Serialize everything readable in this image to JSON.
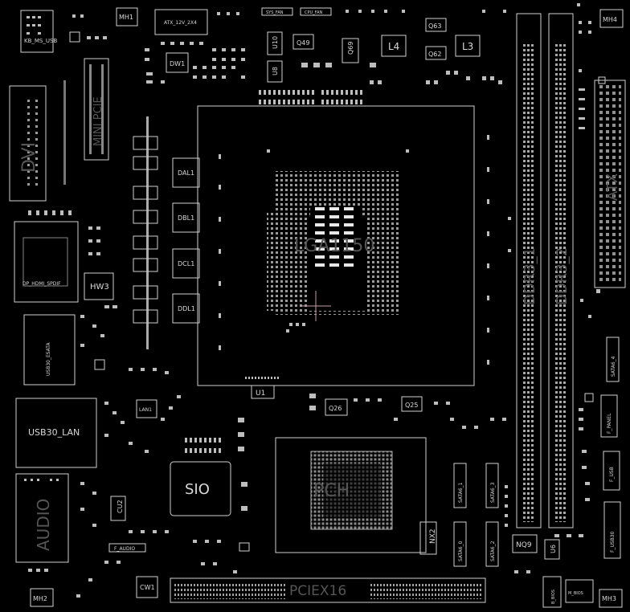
{
  "board": {
    "components": {
      "kb_ms_usb": "KB_MS_USB",
      "mh1": "MH1",
      "atx_12v": "ATX_12V_2X4",
      "sys_fan": "SYS_FAN",
      "cpu_fan": "CPU_FAN",
      "q63": "Q63",
      "q62": "Q62",
      "l4": "L4",
      "l3": "L3",
      "q49": "Q49",
      "q69": "Q69",
      "u10": "U10",
      "u8": "U8",
      "mh4": "MH4",
      "dvi": "DVI",
      "mini_pcie": "MINI PCIE",
      "dw1": "DW1",
      "dal1": "DAL1",
      "dbl1": "DBL1",
      "dcl1": "DCL1",
      "ddl1": "DDL1",
      "lga": "LGA1150",
      "ddr3_1": "DDR3_1",
      "ddr3_2": "DDR3_2",
      "atx": "ATX",
      "hw3": "HW3",
      "dp_hdmi": "DP_HDMI_SPDIF",
      "usb_esata": "USB30_ESATA",
      "usb30_lan": "USB30_LAN",
      "lan1": "LAN1",
      "u1": "U1",
      "q26": "Q26",
      "q25": "Q25",
      "sio": "SIO",
      "pch": "PCH",
      "nx2": "NX2",
      "audio": "AUDIO",
      "cu2": "CU2",
      "f_audio": "F_AUDIO",
      "cw1": "CW1",
      "mh2": "MH2",
      "pciex16": "PCIEX16",
      "sata_0": "SATA6_0",
      "sata_1": "SATA6_1",
      "sata_2": "SATA6_2",
      "sata_3": "SATA6_3",
      "sata_4": "SATA6_4",
      "f_panel": "F_PANEL",
      "f_usb": "F_USB",
      "f_usb30": "F_USB30",
      "nq9": "NQ9",
      "u6": "U6",
      "b_bios": "B_BIOS",
      "m_bios": "M_BIOS",
      "mh3": "MH3"
    }
  }
}
